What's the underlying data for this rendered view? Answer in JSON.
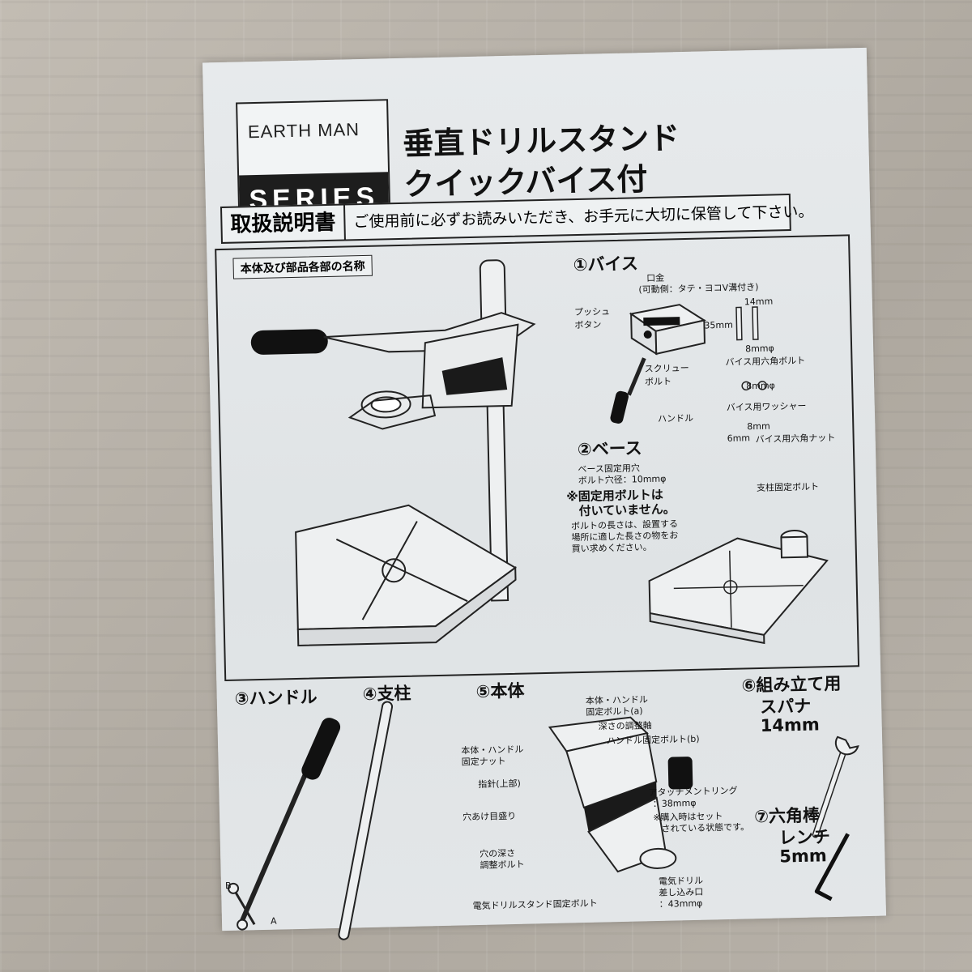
{
  "logo": {
    "top": "EARTH MAN",
    "bottom": "SERIES"
  },
  "title": {
    "line1": "垂直ドリルスタンド",
    "line2": "クイックバイス付"
  },
  "manual": {
    "label": "取扱説明書",
    "note": "ご使用前に必ずお読みいただき、お手元に大切に保管して下さい。"
  },
  "diagram_label": "本体及び部品各部の名称",
  "vise": {
    "heading": "①バイス",
    "jaw": "口金",
    "jaw_note": "(可動側：タテ・ヨコV溝付き)",
    "push_button": "プッシュ\nボタン",
    "dim_14": "14mm",
    "dim_35": "35mm",
    "bolt_dia": "8mmφ",
    "hex_bolt": "バイス用六角ボルト",
    "screw_bolt": "スクリュー\nボルト",
    "washer_dia": "8mmφ",
    "washer": "バイス用ワッシャー",
    "handle": "ハンドル",
    "nut_dia": "8mm",
    "nut_dia2": "6mm",
    "nut": "バイス用六角ナット"
  },
  "base": {
    "heading": "②ベース",
    "hole": "ベース固定用穴",
    "hole_dia": "ボルト穴径：10mmφ",
    "warning_line1": "※固定用ボルトは",
    "warning_line2": "付いていません。",
    "note_line1": "ボルトの長さは、設置する",
    "note_line2": "場所に適した長さの物をお",
    "note_line3": "買い求めください。",
    "pillar_bolt": "支柱固定ボルト"
  },
  "handle": {
    "heading": "③ハンドル",
    "label_b": "B",
    "label_a": "A"
  },
  "pillar": {
    "heading": "④支柱"
  },
  "body": {
    "heading": "⑤本体",
    "fix_bolt_a_1": "本体・ハンドル",
    "fix_bolt_a_2": "固定ボルト(a)",
    "depth_shaft": "深さの調整軸",
    "fix_bolt_b": "ハンドル固定ボルト(b)",
    "fix_nut_1": "本体・ハンドル",
    "fix_nut_2": "固定ナット",
    "pointer": "指針(上部)",
    "scale": "穴あけ目盛り",
    "depth_bolt_1": "穴の深さ",
    "depth_bolt_2": "調整ボルト",
    "ring": "アタッチメントリング",
    "ring_dia": "：38mmφ",
    "ring_note_1": "※購入時はセット",
    "ring_note_2": "されている状態です。",
    "stand_bolt": "電気ドリルスタンド固定ボルト",
    "drill_slot_1": "電気ドリル",
    "drill_slot_2": "差し込み口",
    "drill_slot_dia": "：43mmφ"
  },
  "spanner": {
    "heading_1": "⑥組み立て用",
    "heading_2": "スパナ",
    "size": "14mm"
  },
  "wrench": {
    "heading_1": "⑦六角棒",
    "heading_2": "レンチ",
    "size": "5mm"
  }
}
